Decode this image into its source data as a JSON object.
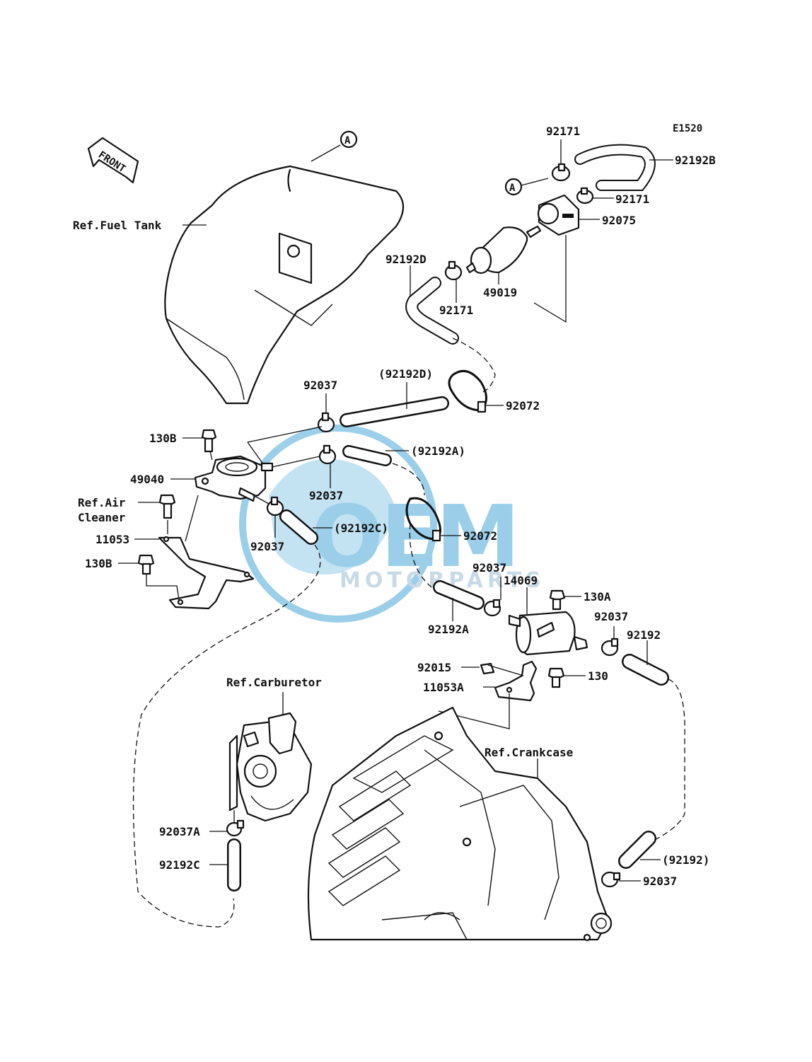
{
  "diagram": {
    "code": "E1520",
    "front_label": "FRONT",
    "marker": "A",
    "watermark": {
      "logo": "OEM",
      "subtitle": "MOTORPARTS",
      "color": "#4aa8d8"
    },
    "ref_labels": {
      "fuel_tank": "Ref.Fuel Tank",
      "air_cleaner_1": "Ref.Air",
      "air_cleaner_2": "Cleaner",
      "carburetor": "Ref.Carburetor",
      "crankcase": "Ref.Crankcase"
    },
    "part_labels": {
      "p92171_top": "92171",
      "p92192B": "92192B",
      "p92171_right": "92171",
      "p92075": "92075",
      "p92192D": "92192D",
      "p92171_mid": "92171",
      "p49019": "49019",
      "p92037_a": "92037",
      "p92192D_paren": "(92192D)",
      "p92072_a": "92072",
      "p130B_a": "130B",
      "p92192A_paren": "(92192A)",
      "p49040": "49040",
      "p92037_b": "92037",
      "p11053": "11053",
      "p92192C_paren": "(92192C)",
      "p130B_b": "130B",
      "p92037_c": "92037",
      "p92072_b": "92072",
      "p92037_d": "92037",
      "p14069": "14069",
      "p130A": "130A",
      "p92037_e": "92037",
      "p92192A": "92192A",
      "p92192": "92192",
      "p92015": "92015",
      "p130": "130",
      "p11053A": "11053A",
      "p92037A": "92037A",
      "p92192C": "92192C",
      "p92192_paren": "(92192)",
      "p92037_f": "92037"
    }
  }
}
